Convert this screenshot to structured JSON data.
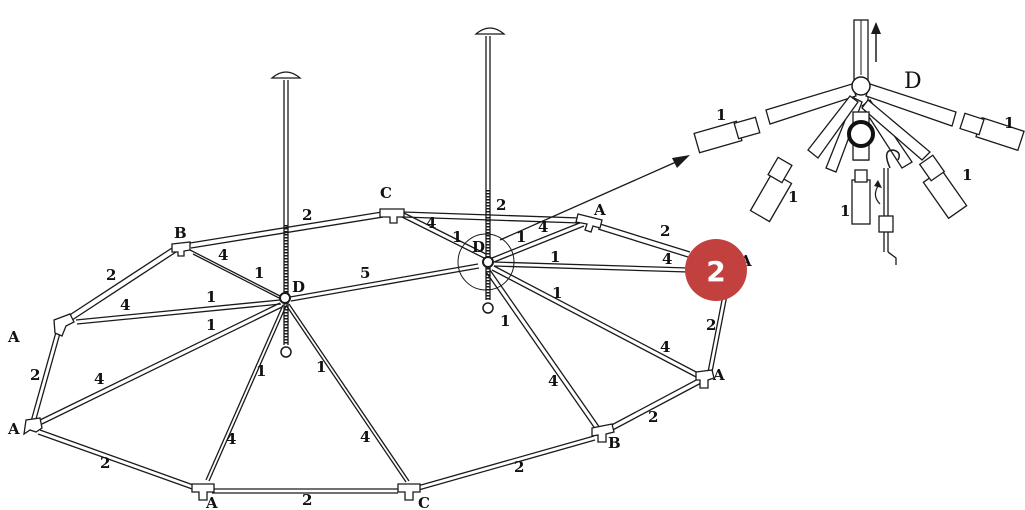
{
  "colors": {
    "line": "#1a1a1a",
    "badge": "#c2413e",
    "badge_text": "#ffffff"
  },
  "badge": {
    "number": "2"
  },
  "labels": {
    "A": "A",
    "B": "B",
    "C": "C",
    "D": "D",
    "n1": "1",
    "n2": "2",
    "n4": "4",
    "n5": "5"
  },
  "detail": {
    "hub_label": "D"
  },
  "icons": [
    "arrow-up-icon",
    "hook-icon",
    "pointer-arrow-icon"
  ]
}
